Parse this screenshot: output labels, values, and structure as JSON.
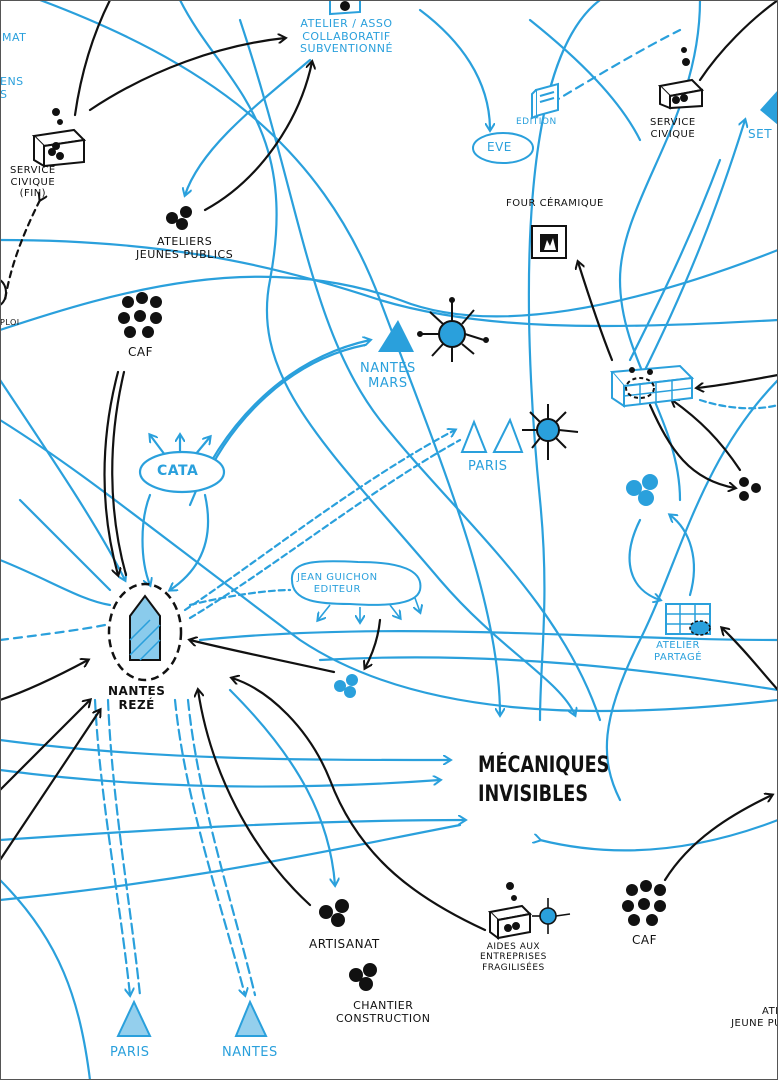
{
  "colors": {
    "blue": "#2aa0dc",
    "black": "#111111"
  },
  "labels": {
    "atelier_assoc": [
      "ATELIER / ASSO",
      "COLLABORATIF",
      "SUBVENTIONNÉ"
    ],
    "service_civique_fin": [
      "SERVICE",
      "CIVIQUE",
      "(FIN)"
    ],
    "service_civique": [
      "SERVICE",
      "CIVIQUE"
    ],
    "edition": "EDITION",
    "eve": "EVE",
    "setup_partial": "SET",
    "four_ceramique": "FOUR CÉRAMIQUE",
    "ateliers_jeunes": [
      "ATELIERS",
      "JEUNES PUBLICS"
    ],
    "caf_top": "CAF",
    "nantes_mars": [
      "NANTES",
      "MARS"
    ],
    "paris_mid": "PARIS",
    "cata": "CATA",
    "jean_guichon": [
      "JEAN GUICHON",
      "EDITEUR"
    ],
    "nantes_reze": [
      "NANTES",
      "REZÉ"
    ],
    "atelier_partage": [
      "ATELIER",
      "PARTAGÉ"
    ],
    "mecaniques": [
      "MÉCANIQUES",
      "INVISIBLES"
    ],
    "artisanat": "ARTISANAT",
    "chantier": [
      "CHANTIER",
      "CONSTRUCTION"
    ],
    "aides": [
      "AIDES AUX",
      "ENTREPRISES",
      "FRAGILISÉES"
    ],
    "caf_bottom": "CAF",
    "paris_bottom": "PARIS",
    "nantes_bottom": "NANTES",
    "ateliers_jeune_partial": [
      "ATE",
      "JEUNE PU"
    ],
    "left_edge_top": "MAT",
    "left_edge_2": [
      "ENS",
      "S"
    ],
    "left_edge_3": "PLOI"
  },
  "icons": [
    "ballot-box-icon",
    "coins-icon",
    "stars-icon",
    "triangle-icon",
    "virus-icon",
    "house-icon",
    "oven-icon",
    "grid-box-icon",
    "book-icon"
  ]
}
